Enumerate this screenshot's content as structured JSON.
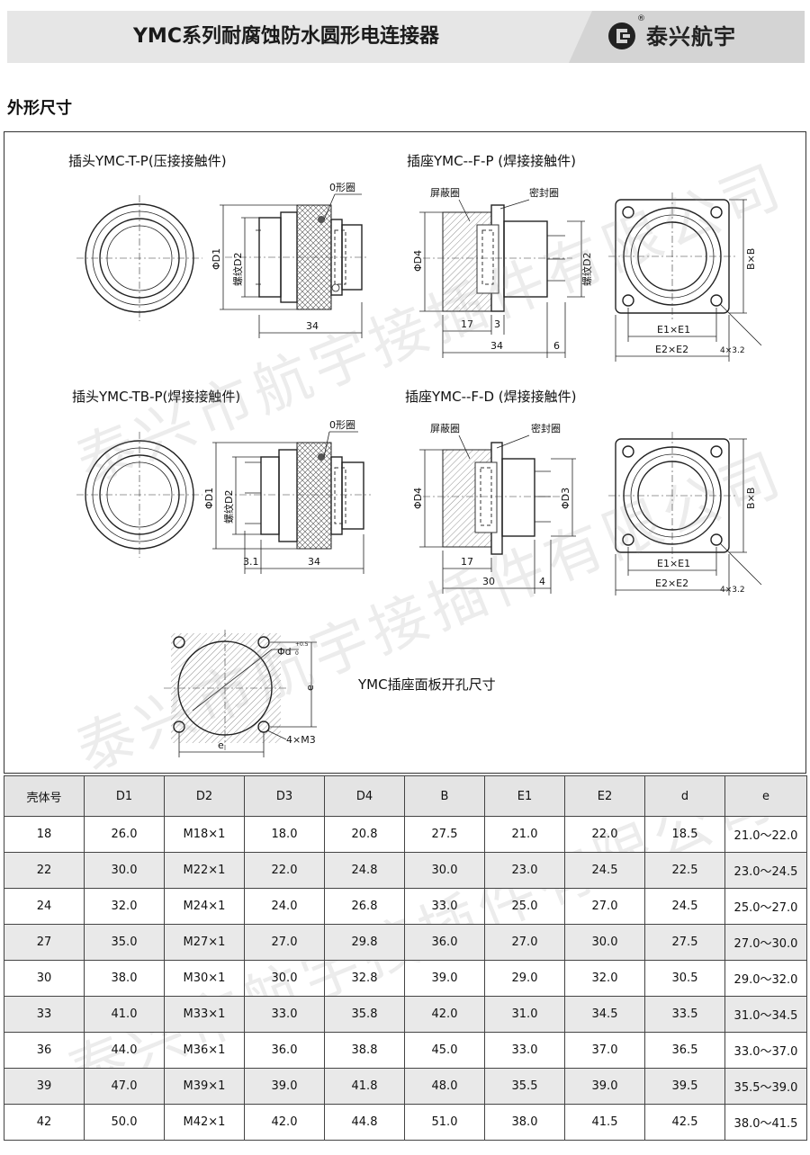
{
  "header": {
    "title": "YMC系列耐腐蚀防水圆形电连接器",
    "brand": "泰兴航宇",
    "reg_mark": "®"
  },
  "section_heading": "外形尺寸",
  "watermark": "泰兴市航宇接插件有限公司",
  "captions": {
    "plug_tp": "插头YMC-T-P(压接接触件)",
    "socket_fp": "插座YMC--F-P (焊接接触件)",
    "plug_tbp": "插头YMC-TB-P(焊接接触件)",
    "socket_fd": "插座YMC--F-D (焊接接触件)",
    "panel_cutout": "YMC插座面板开孔尺寸"
  },
  "labels": {
    "o_ring": "0形圈",
    "shield_ring": "屏蔽圈",
    "seal_ring": "密封圈",
    "phi_d1": "ΦD1",
    "thread_d2": "螺纹D2",
    "phi_d4": "ΦD4",
    "phi_d3": "ΦD3",
    "bxb": "B×B",
    "e1xe1": "E1×E1",
    "e2xe2": "E2×E2",
    "hole_4x32": "4×3.2",
    "d34": "34",
    "d17": "17",
    "d3": "3",
    "d6": "6",
    "d31": "3.1",
    "d30": "30",
    "d4": "4",
    "phi_d_small": "Φd",
    "tol_plus": "+0.5",
    "tol_zero": "0",
    "e": "e",
    "m3": "4×M3"
  },
  "table": {
    "headers": [
      "壳体号",
      "D1",
      "D2",
      "D3",
      "D4",
      "B",
      "E1",
      "E2",
      "d",
      "e"
    ],
    "rows": [
      [
        "18",
        "26.0",
        "M18×1",
        "18.0",
        "20.8",
        "27.5",
        "21.0",
        "22.0",
        "18.5",
        "21.0～22.0"
      ],
      [
        "22",
        "30.0",
        "M22×1",
        "22.0",
        "24.8",
        "30.0",
        "23.0",
        "24.5",
        "22.5",
        "23.0～24.5"
      ],
      [
        "24",
        "32.0",
        "M24×1",
        "24.0",
        "26.8",
        "33.0",
        "25.0",
        "27.0",
        "24.5",
        "25.0～27.0"
      ],
      [
        "27",
        "35.0",
        "M27×1",
        "27.0",
        "29.8",
        "36.0",
        "27.0",
        "30.0",
        "27.5",
        "27.0～30.0"
      ],
      [
        "30",
        "38.0",
        "M30×1",
        "30.0",
        "32.8",
        "39.0",
        "29.0",
        "32.0",
        "30.5",
        "29.0～32.0"
      ],
      [
        "33",
        "41.0",
        "M33×1",
        "33.0",
        "35.8",
        "42.0",
        "31.0",
        "34.5",
        "33.5",
        "31.0～34.5"
      ],
      [
        "36",
        "44.0",
        "M36×1",
        "36.0",
        "38.8",
        "45.0",
        "33.0",
        "37.0",
        "36.5",
        "33.0～37.0"
      ],
      [
        "39",
        "47.0",
        "M39×1",
        "39.0",
        "41.8",
        "48.0",
        "35.5",
        "39.0",
        "39.5",
        "35.5～39.0"
      ],
      [
        "42",
        "50.0",
        "M42×1",
        "42.0",
        "44.8",
        "51.0",
        "38.0",
        "41.5",
        "42.5",
        "38.0～41.5"
      ]
    ]
  }
}
